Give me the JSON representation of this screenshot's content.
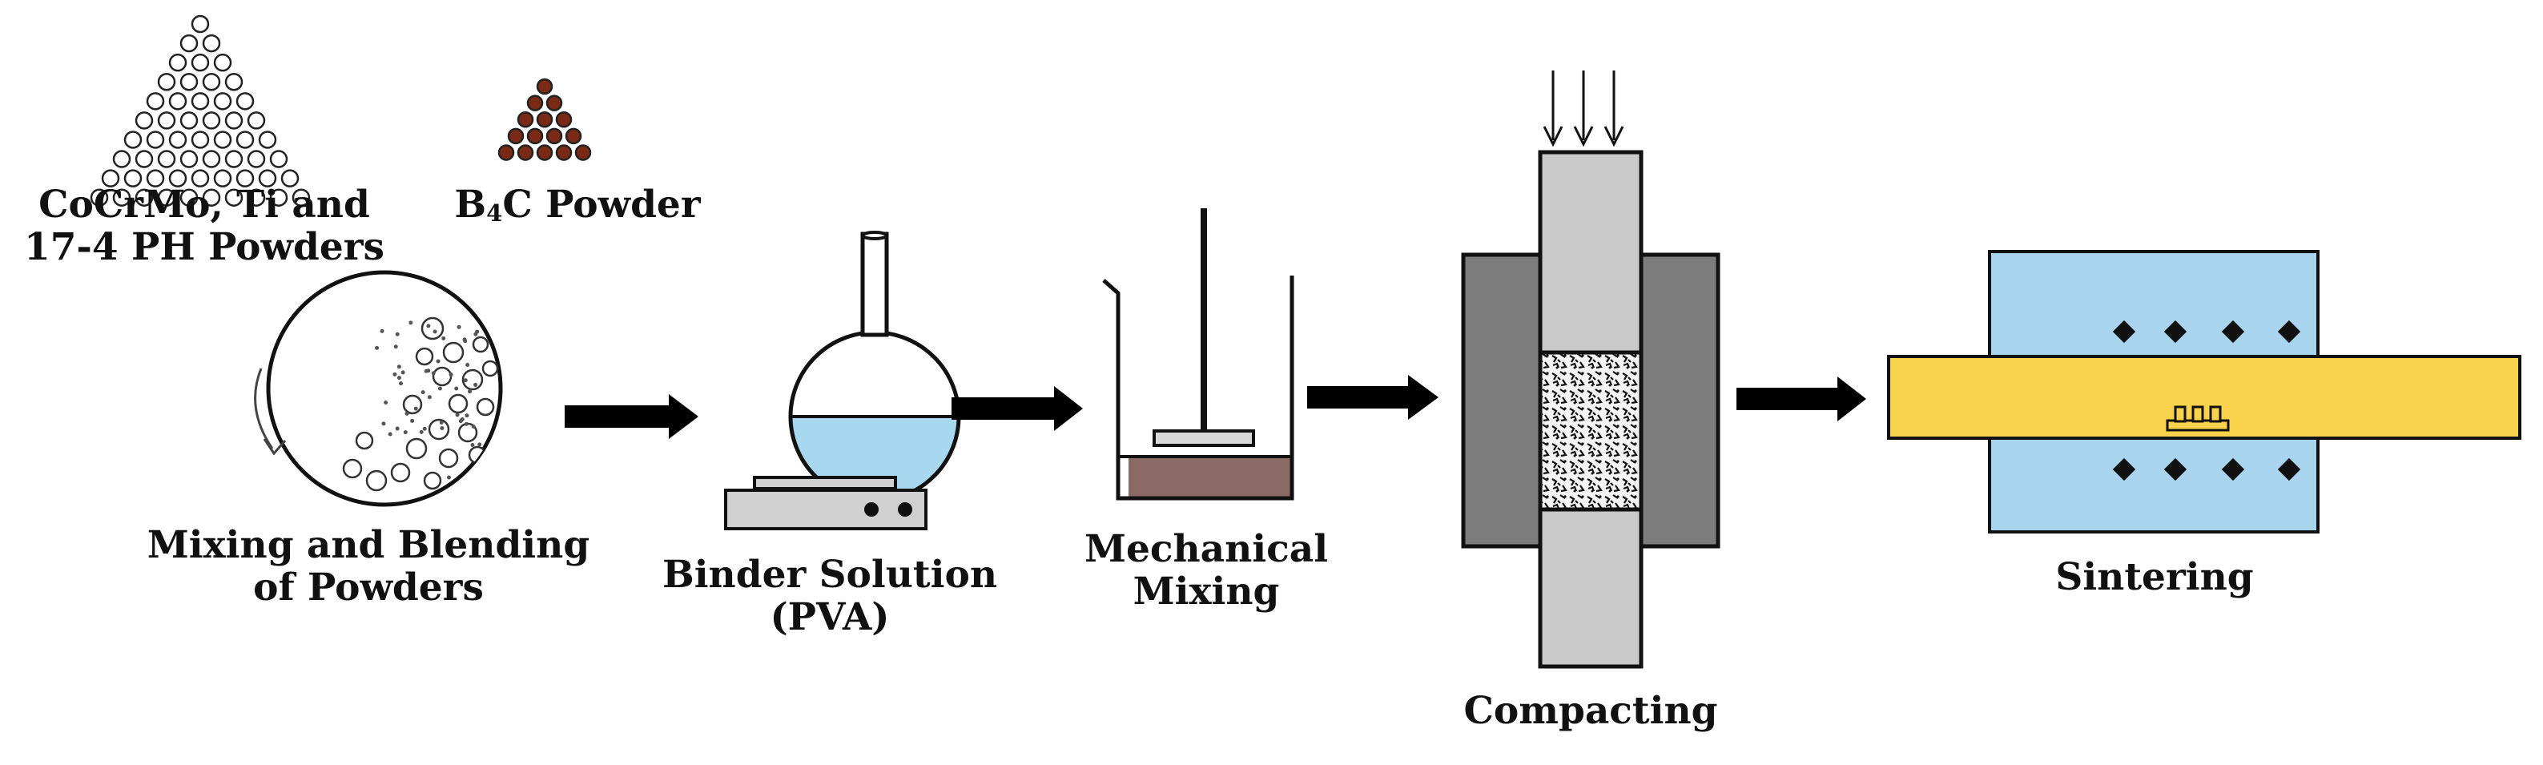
{
  "labels": {
    "powders_line1": "CoCrMo, Ti and",
    "powders_line2": "17-4 PH Powders",
    "b4c_b": "B",
    "b4c_sub": "4",
    "b4c_rest": "C Powder",
    "mixing_line1": "Mixing and Blending",
    "mixing_line2": "of Powders",
    "binder_line1": "Binder Solution",
    "binder_line2": "(PVA)",
    "mech_line1": "Mechanical",
    "mech_line2": "Mixing",
    "compacting": "Compacting",
    "sintering": "Sintering"
  },
  "colors": {
    "text": "#111111",
    "arrow": "#000000",
    "powder_light": "#ffffff",
    "powder_dark": "#7a2a14",
    "solution": "#a8d8f0",
    "mix_paste": "#8a6a64",
    "die": "#7d7d7d",
    "punch": "#c9c9c9",
    "furnace": "#a9d4ee",
    "furnace_tube": "#f7d24a",
    "hotplate": "#d0d0d0"
  },
  "icons": [
    "ball-mill-icon",
    "flask-icon",
    "beaker-stirrer-icon",
    "compaction-die-icon",
    "furnace-icon"
  ]
}
